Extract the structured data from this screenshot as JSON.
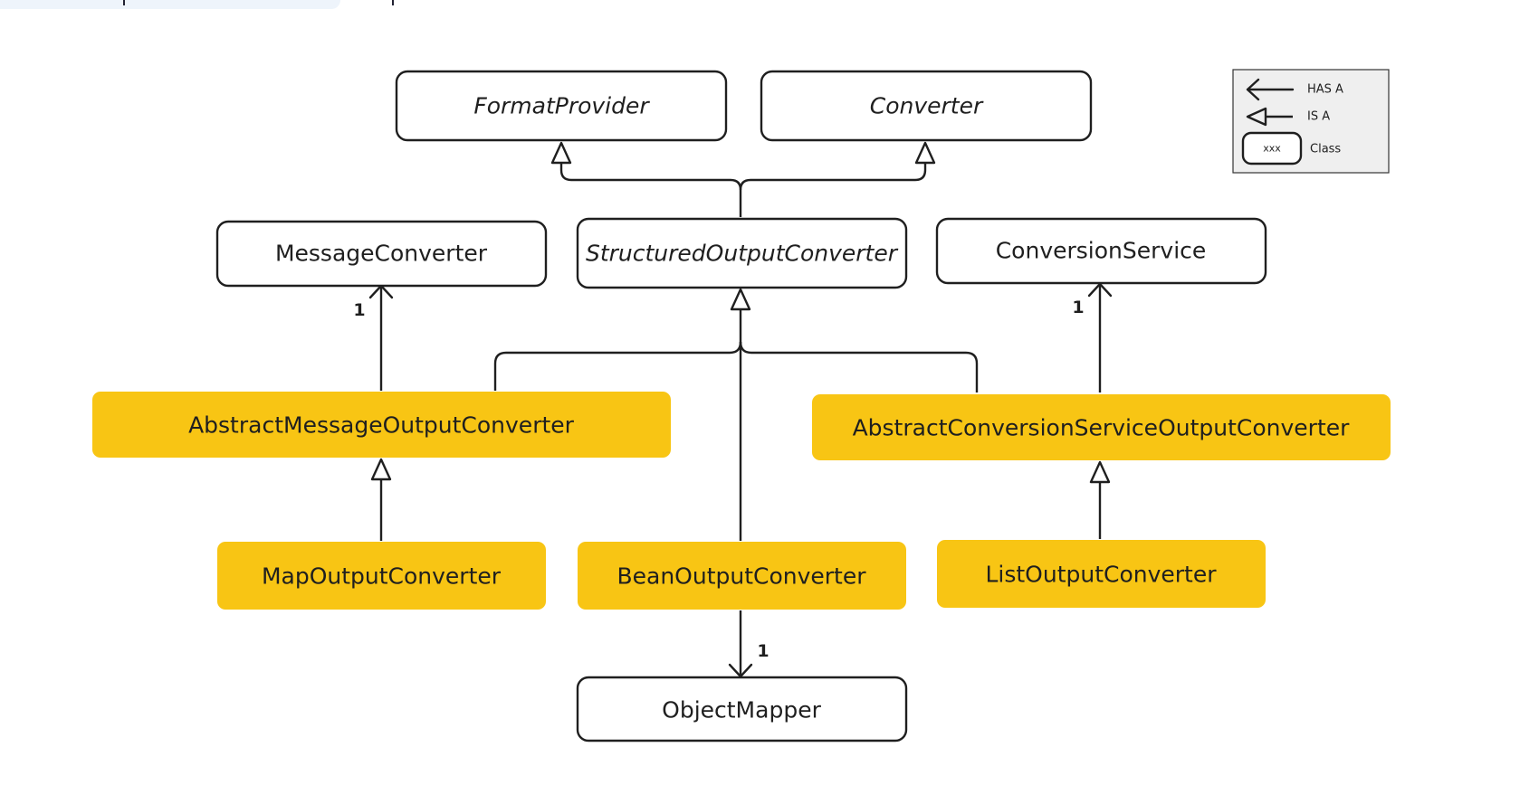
{
  "diagram": {
    "classes": {
      "format_provider": "FormatProvider",
      "converter": "Converter",
      "message_converter": "MessageConverter",
      "structured_output_converter": "StructuredOutputConverter",
      "conversion_service": "ConversionService",
      "abstract_message_output_converter": "AbstractMessageOutputConverter",
      "abstract_conversion_service_output_converter": "AbstractConversionServiceOutputConverter",
      "map_output_converter": "MapOutputConverter",
      "bean_output_converter": "BeanOutputConverter",
      "list_output_converter": "ListOutputConverter",
      "object_mapper": "ObjectMapper"
    },
    "multiplicities": {
      "message_converter": "1",
      "conversion_service": "1",
      "object_mapper": "1"
    },
    "legend": {
      "has_a": "HAS A",
      "is_a": "IS A",
      "class_sample": "xxx",
      "class_label": "Class"
    },
    "colors": {
      "highlight": "#f8c514",
      "stroke": "#1f1f1f",
      "legend_bg": "#efefef"
    }
  }
}
